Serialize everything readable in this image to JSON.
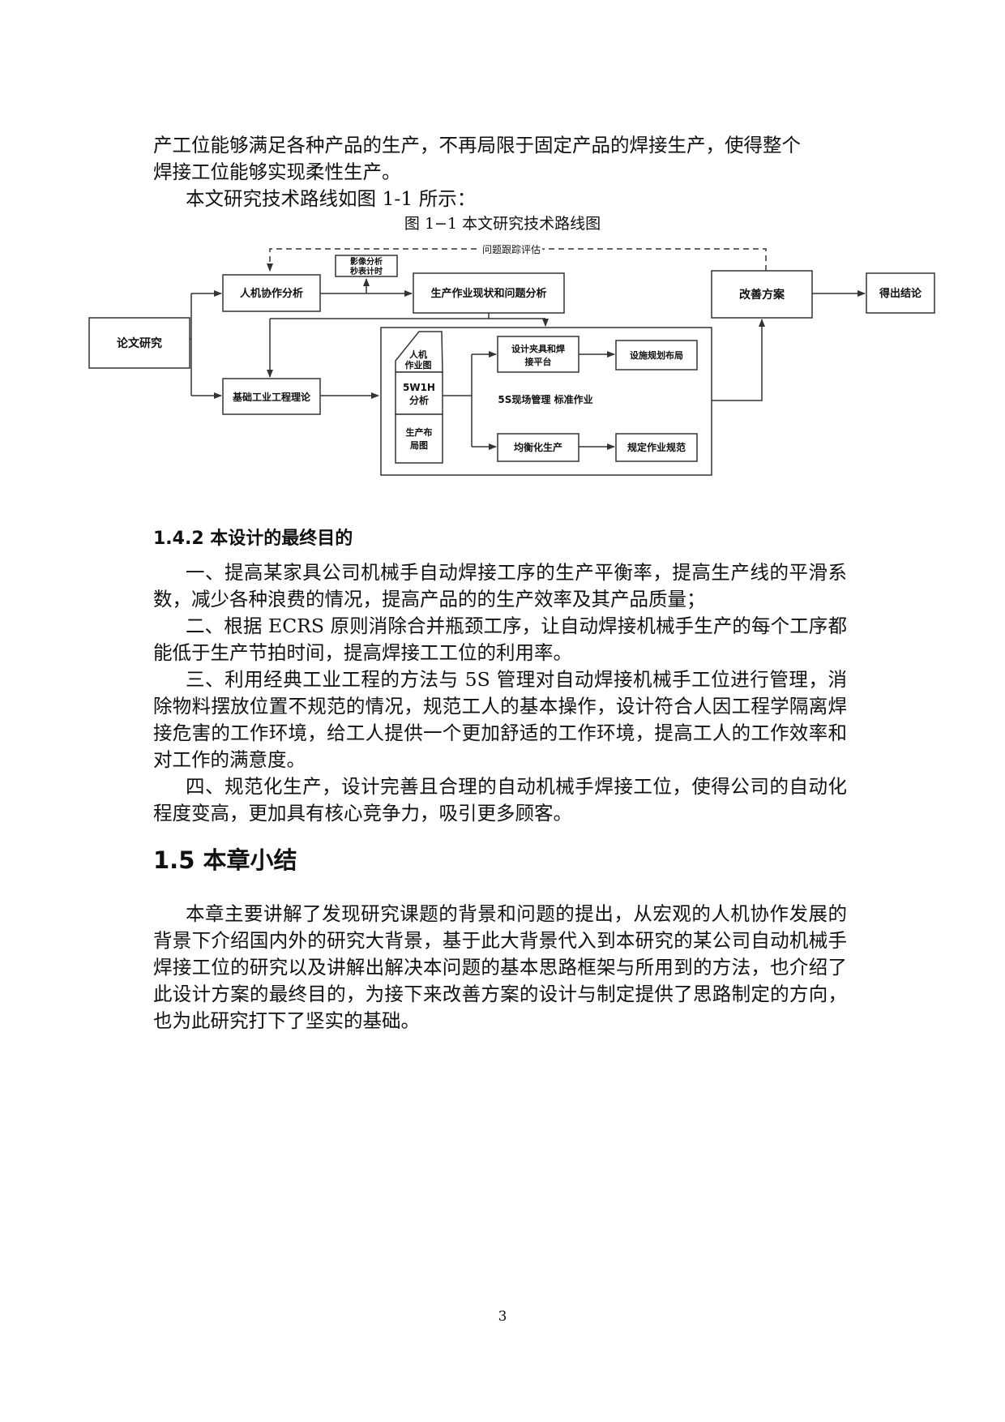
{
  "intro": {
    "line1": "产工位能够满足各种产品的生产，不再局限于固定产品的焊接生产，使得整个",
    "line2": "焊接工位能够实现柔性生产。",
    "line3": "本文研究技术路线如图 1-1 所示："
  },
  "figure": {
    "caption": "图 1−1  本文研究技术路线图",
    "nodes": {
      "thesis_research": "论文研究",
      "human_machine": "人机协作分析",
      "video_analysis_1": "影像分析",
      "video_analysis_2": "秒表计时",
      "production_status": "生产作业现状和问题分析",
      "improvement_plan": "改善方案",
      "conclusion": "得出结论",
      "basic_ie": "基础工业工程理论",
      "man_machine_chart_1": "人机",
      "man_machine_chart_2": "作业图",
      "fivew1h_1": "5W1H",
      "fivew1h_2": "分析",
      "layout_1": "生产布",
      "layout_2": "局图",
      "fixture_1": "设计夹具和焊",
      "fixture_2": "接平台",
      "facility_layout": "设施规划布局",
      "five_s": "5S现场管理 标准作业",
      "balanced_production": "均衡化生产",
      "work_standard": "规定作业规范",
      "tracking": "问题跟踪评估"
    }
  },
  "section_1_4_2": {
    "heading": "1.4.2 本设计的最终目的",
    "items": [
      "一、提高某家具公司机械手自动焊接工序的生产平衡率，提高生产线的平滑系数，减少各种浪费的情况，提高产品的的生产效率及其产品质量；",
      "二、根据 ECRS 原则消除合并瓶颈工序，让自动焊接机械手生产的每个工序都能低于生产节拍时间，提高焊接工工位的利用率。",
      "三、利用经典工业工程的方法与 5S 管理对自动焊接机械手工位进行管理，消除物料摆放位置不规范的情况，规范工人的基本操作，设计符合人因工程学隔离焊接危害的工作环境，给工人提供一个更加舒适的工作环境，提高工人的工作效率和对工作的满意度。",
      "四、规范化生产，设计完善且合理的自动机械手焊接工位，使得公司的自动化程度变高，更加具有核心竞争力，吸引更多顾客。"
    ]
  },
  "section_1_5": {
    "heading": "1.5 本章小结",
    "body": "本章主要讲解了发现研究课题的背景和问题的提出，从宏观的人机协作发展的背景下介绍国内外的研究大背景，基于此大背景代入到本研究的某公司自动机械手焊接工位的研究以及讲解出解决本问题的基本思路框架与所用到的方法，也介绍了此设计方案的最终目的，为接下来改善方案的设计与制定提供了思路制定的方向，也为此研究打下了坚实的基础。"
  },
  "page_number": "3"
}
